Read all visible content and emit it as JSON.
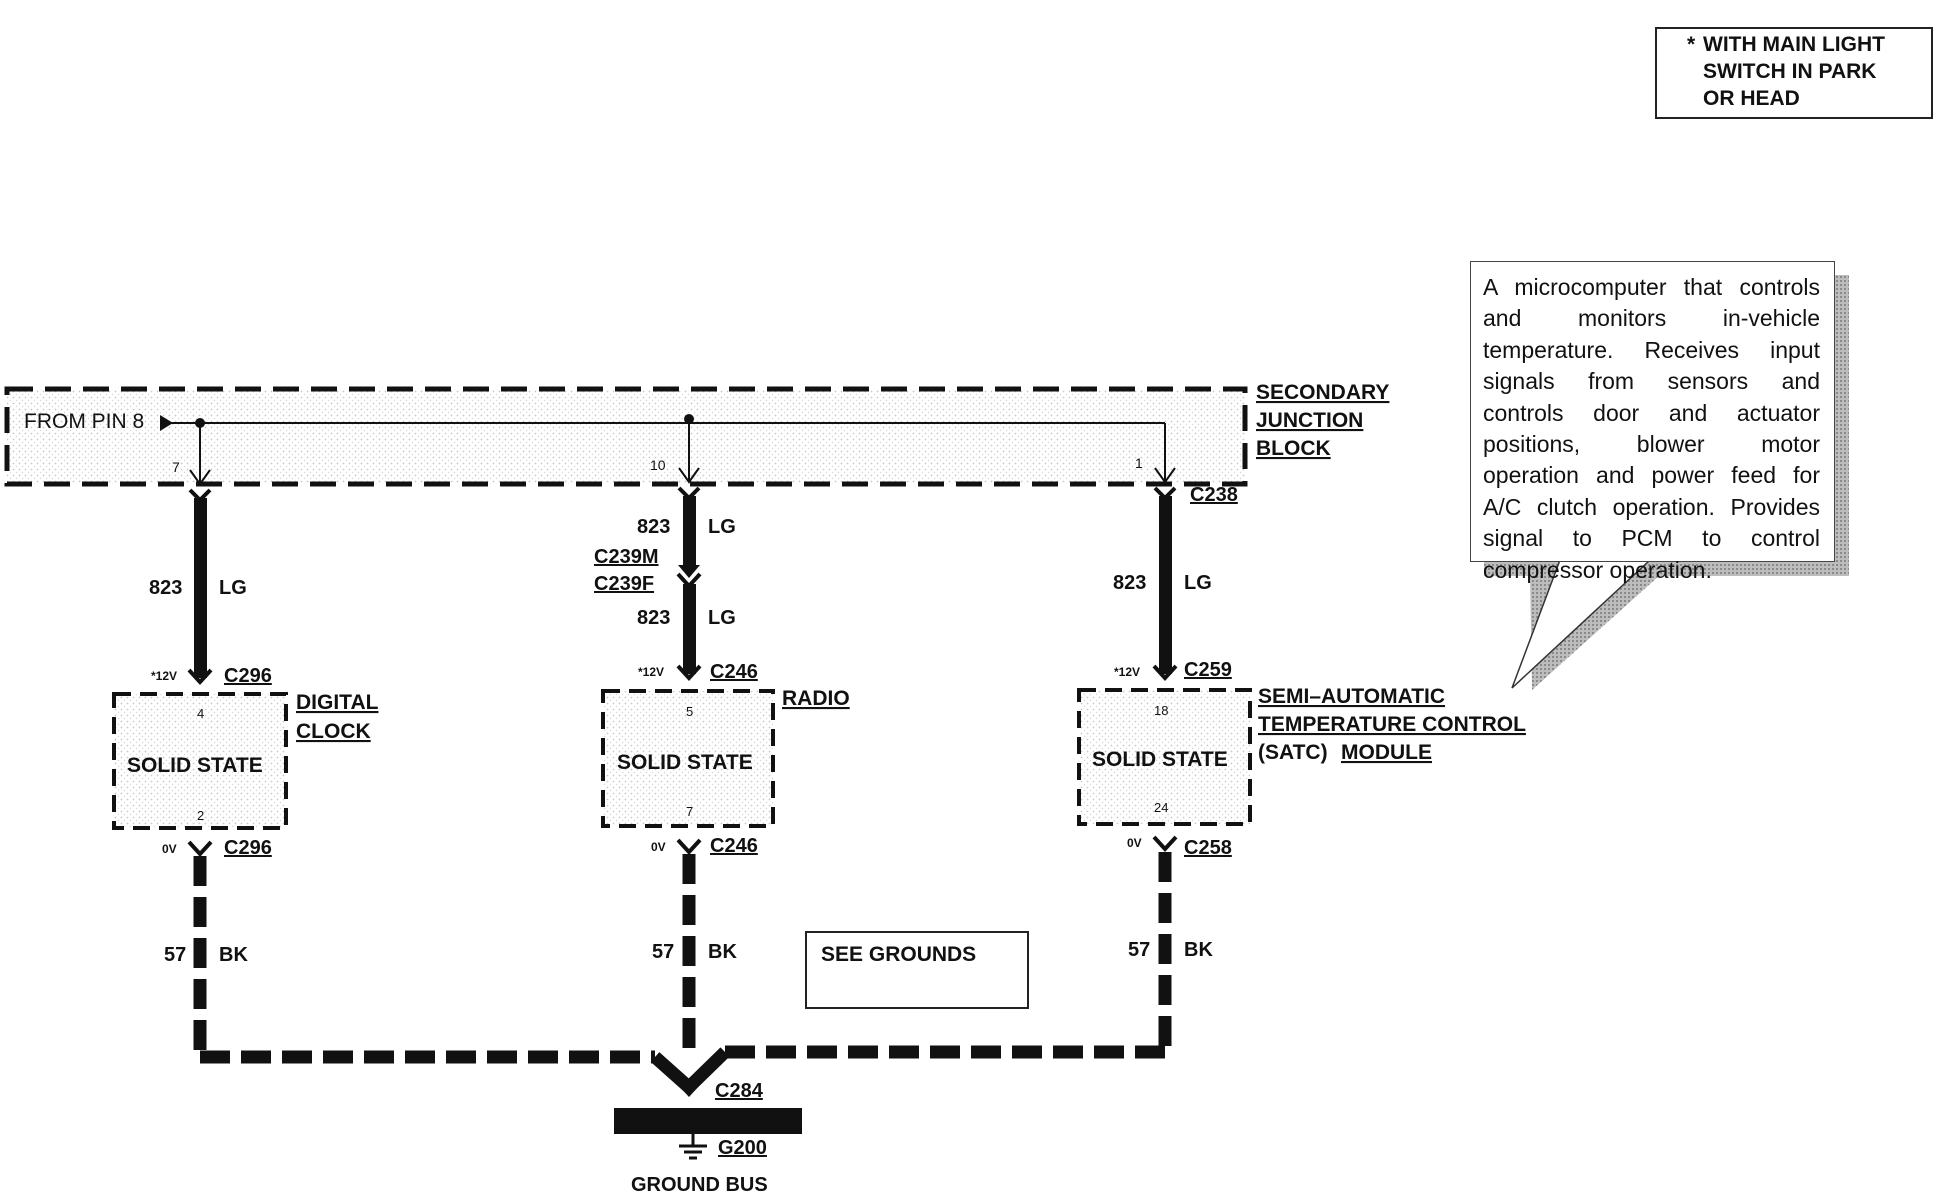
{
  "note": {
    "star": "*",
    "text_lines": [
      "WITH MAIN LIGHT",
      "SWITCH IN PARK",
      "OR HEAD"
    ]
  },
  "callout": {
    "text": "A microcomputer that controls and monitors in-vehicle temperature. Receives input signals from sensors and controls door and actuator positions, blower motor operation and power feed for A/C clutch operation. Provides signal to PCM to control compressor operation."
  },
  "junction_block": {
    "source": "FROM PIN 8",
    "label_lines": [
      "SECONDARY",
      "JUNCTION",
      "BLOCK"
    ],
    "pins": [
      "7",
      "10",
      "1"
    ]
  },
  "circuits": {
    "left": {
      "upper_wire": {
        "circuit": "823",
        "color": "LG"
      },
      "connector_top": "C296",
      "voltage_top": "*12V",
      "module_lines": [
        "DIGITAL",
        "CLOCK"
      ],
      "pin_top": "4",
      "body": "SOLID STATE",
      "pin_bottom": "2",
      "voltage_bottom": "0V",
      "connector_bottom": "C296",
      "lower_wire": {
        "circuit": "57",
        "color": "BK"
      }
    },
    "middle": {
      "upper_wire": {
        "circuit": "823",
        "color": "LG"
      },
      "inline_connector": [
        "C239M",
        "C239F"
      ],
      "mid_wire": {
        "circuit": "823",
        "color": "LG"
      },
      "connector_top": "C246",
      "voltage_top": "*12V",
      "module_lines": [
        "RADIO"
      ],
      "pin_top": "5",
      "body": "SOLID STATE",
      "pin_bottom": "7",
      "voltage_bottom": "0V",
      "connector_bottom": "C246",
      "lower_wire": {
        "circuit": "57",
        "color": "BK"
      }
    },
    "right": {
      "junction_connector": "C238",
      "upper_wire": {
        "circuit": "823",
        "color": "LG"
      },
      "connector_top": "C259",
      "voltage_top": "*12V",
      "module_lines": [
        "SEMI–AUTOMATIC",
        "TEMPERATURE CONTROL",
        "MODULE"
      ],
      "module_prefix": "(SATC)",
      "pin_top": "18",
      "body": "SOLID STATE",
      "pin_bottom": "24",
      "voltage_bottom": "0V",
      "connector_bottom": "C258",
      "lower_wire": {
        "circuit": "57",
        "color": "BK"
      }
    }
  },
  "ground": {
    "see_grounds": "SEE GROUNDS",
    "splice": "C284",
    "point": "G200",
    "bus": "GROUND BUS"
  },
  "colors": {
    "ink": "#111111",
    "shade": "#dcdcdc",
    "background": "#ffffff"
  }
}
